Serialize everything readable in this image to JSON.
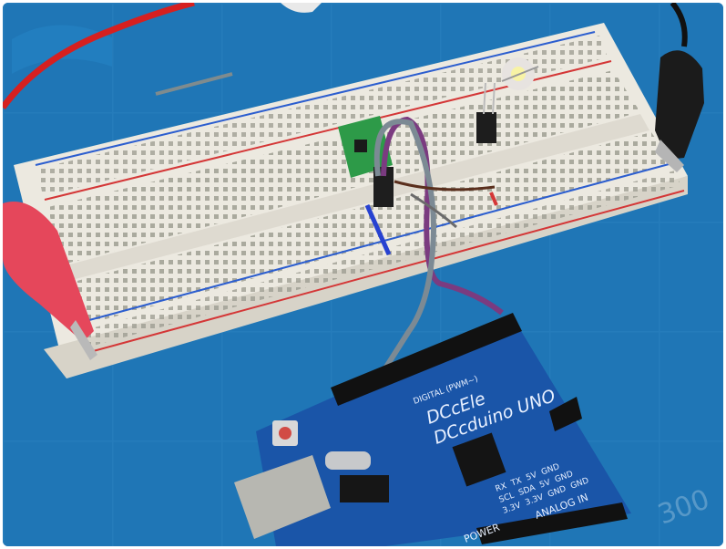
{
  "photo": {
    "board": {
      "brand_text": "DCcEle",
      "model_text": "DCcduino UNO",
      "digital_label": "DIGITAL (PWM~)",
      "analog_label": "ANALOG IN",
      "power_label": "POWER",
      "pin_labels": [
        "RX",
        "TX",
        "5V",
        "GND",
        "SCL",
        "SDA",
        "5V",
        "GND",
        "3.3V",
        "3.3V",
        "GND",
        "GND"
      ]
    },
    "watermark": "300"
  }
}
